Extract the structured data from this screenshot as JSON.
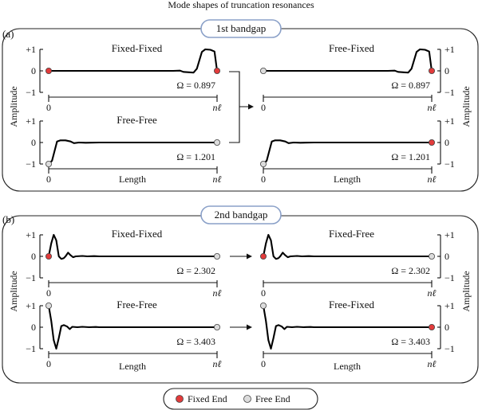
{
  "figure": {
    "title": "Mode shapes of truncation resonances",
    "y_axis_label": "Amplitude",
    "x_axis_label": "Length",
    "x_tick_start": "0",
    "x_tick_end": "nℓ",
    "y_ticks": [
      "+1",
      "0",
      "−1"
    ]
  },
  "rows": [
    {
      "panel_label": "(a)",
      "gap_title": "1st bandgap",
      "panels": [
        {
          "title": "Fixed-Fixed",
          "omega": "Ω = 0.897",
          "left_end": "fixed",
          "right_end": "fixed",
          "shape": "edge-right"
        },
        {
          "title": "Free-Fixed",
          "omega": "Ω = 0.897",
          "left_end": "free",
          "right_end": "fixed",
          "shape": "edge-right"
        },
        {
          "title": "Free-Free",
          "omega": "Ω = 1.201",
          "left_end": "free",
          "right_end": "free",
          "shape": "edge-left"
        },
        {
          "title": "",
          "omega": "Ω = 1.201",
          "left_end": "free",
          "right_end": "fixed",
          "shape": "edge-left"
        }
      ]
    },
    {
      "panel_label": "(b)",
      "gap_title": "2nd bandgap",
      "panels": [
        {
          "title": "Fixed-Fixed",
          "omega": "Ω = 2.302",
          "left_end": "fixed",
          "right_end": "free",
          "shape": "osc-up"
        },
        {
          "title": "Fixed-Free",
          "omega": "Ω = 2.302",
          "left_end": "fixed",
          "right_end": "free",
          "shape": "osc-up"
        },
        {
          "title": "Free-Free",
          "omega": "Ω = 3.403",
          "left_end": "free",
          "right_end": "free",
          "shape": "osc-down"
        },
        {
          "title": "Free-Fixed",
          "omega": "Ω = 3.403",
          "left_end": "free",
          "right_end": "fixed",
          "shape": "osc-down"
        }
      ]
    }
  ],
  "legend": {
    "fixed_label": "Fixed End",
    "free_label": "Free End"
  },
  "colors": {
    "fixed_marker": "#e23b3b",
    "free_marker": "#dcdcdc",
    "gap_border": "#8aa0c8",
    "curve": "#000000"
  }
}
